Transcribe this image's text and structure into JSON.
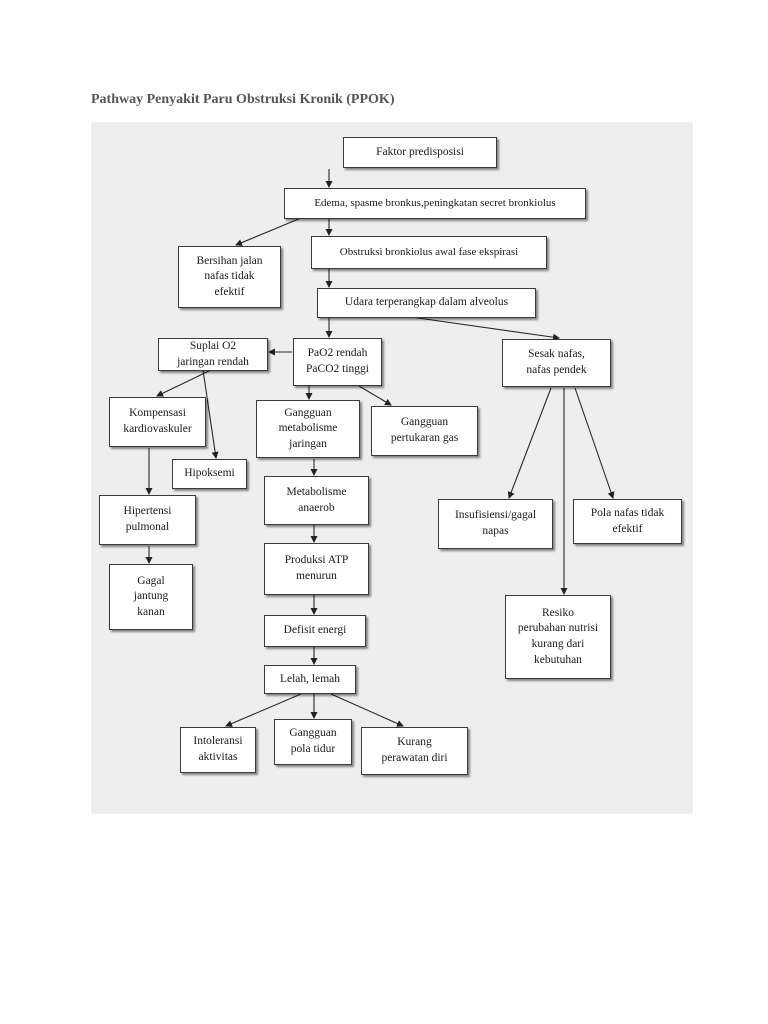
{
  "page": {
    "title": "Pathway Penyakit Paru Obstruksi Kronik (PPOK)"
  },
  "nodes": {
    "faktor": "Faktor predisposisi",
    "edema": "Edema, spasme bronkus,peningkatan secret bronkiolus",
    "bersihan": "Bersihan jalan\nnafas tidak\nefektif",
    "obstruksi": "Obstruksi bronkiolus awal fase ekspirasi",
    "udara": "Udara terperangkap dalam alveolus",
    "suplai": "Suplai O2\njaringan rendah",
    "pao2": "PaO2 rendah\nPaCO2 tinggi",
    "sesak": "Sesak nafas,\nnafas pendek",
    "kompensasi": "Kompensasi\nkardiovaskuler",
    "gangguan_metab": "Gangguan\nmetabolisme\njaringan",
    "gangguan_gas": "Gangguan\npertukaran gas",
    "hipoksemi": "Hipoksemi",
    "metab_anaerob": "Metabolisme\nanaerob",
    "hipertensi": "Hipertensi\npulmonal",
    "insufisiensi": "Insufisiensi/gagal\nnapas",
    "pola_nafas": "Pola nafas tidak\nefektif",
    "produksi_atp": "Produksi ATP\nmenurun",
    "gagal_jantung": "Gagal\njantung\nkanan",
    "resiko": "Resiko\nperubahan nutrisi\nkurang dari\nkebutuhan",
    "defisit": "Defisit energi",
    "lelah": "Lelah, lemah",
    "intoleransi": "Intoleransi\naktivitas",
    "pola_tidur": "Gangguan\npola tidur",
    "kurang_rawat": "Kurang\nperawatan diri"
  }
}
